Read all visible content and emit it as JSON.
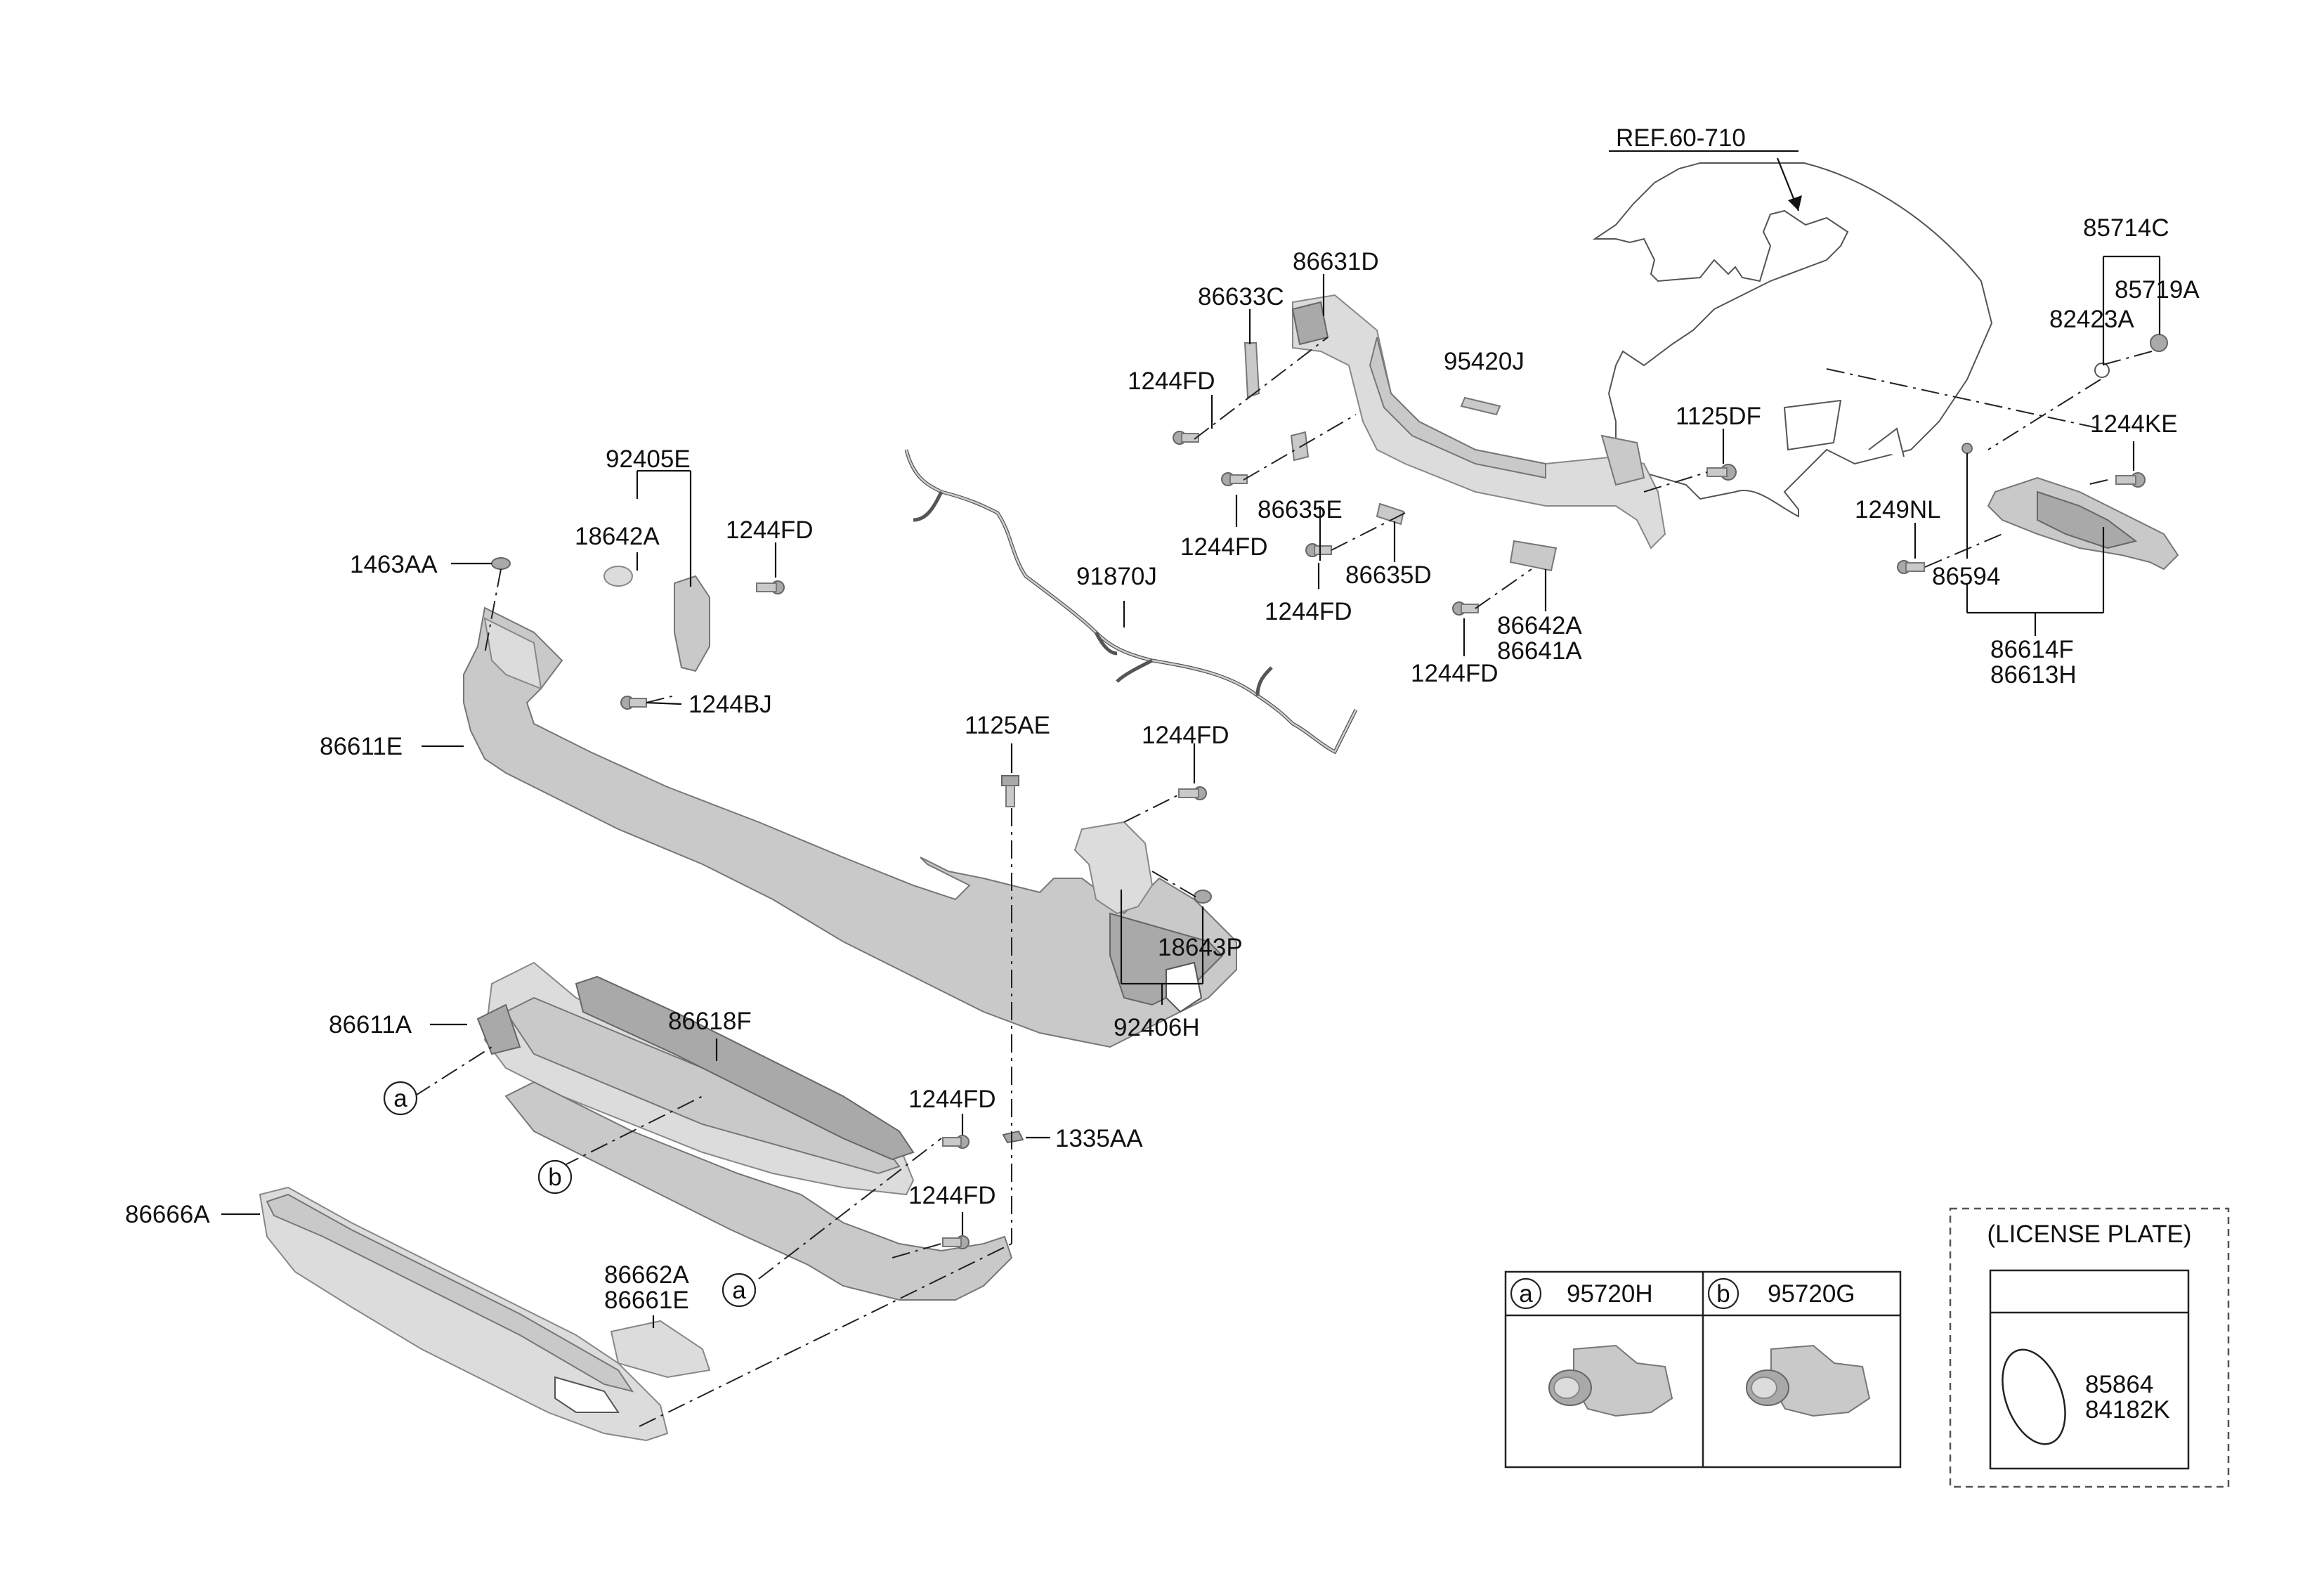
{
  "labels": {
    "ref": "REF.60-710",
    "p86631D": "86631D",
    "p86633C": "86633C",
    "p95420J": "95420J",
    "p1244FD_1": "1244FD",
    "p1125DF": "1125DF",
    "p1244FD_2": "1244FD",
    "p86635E": "86635E",
    "p86635D": "86635D",
    "p1244FD_3": "1244FD",
    "p86642A": "86642A",
    "p86641A": "86641A",
    "p1244FD_4": "1244FD",
    "p92405E": "92405E",
    "p18642A": "18642A",
    "p1244FD_5": "1244FD",
    "p1463AA": "1463AA",
    "p91870J": "91870J",
    "p1244BJ": "1244BJ",
    "p86611E": "86611E",
    "p1125AE": "1125AE",
    "p1244FD_6": "1244FD",
    "p18643P": "18643P",
    "p92406H": "92406H",
    "p86611A": "86611A",
    "p86618F": "86618F",
    "p1244FD_7": "1244FD",
    "p1335AA": "1335AA",
    "p1244FD_8": "1244FD",
    "p86666A": "86666A",
    "p86662A": "86662A",
    "p86661E": "86661E",
    "p85714C": "85714C",
    "p85719A": "85719A",
    "p82423A": "82423A",
    "p1244KE": "1244KE",
    "p1249NL": "1249NL",
    "p86594": "86594",
    "p86614F": "86614F",
    "p86613H": "86613H"
  },
  "callouts": {
    "a": "a",
    "b": "b"
  },
  "sensor_table": {
    "col_a_letter": "a",
    "col_a_part": "95720H",
    "col_b_letter": "b",
    "col_b_part": "95720G"
  },
  "license_plate": {
    "title": "(LICENSE PLATE)",
    "part_1": "85864",
    "part_2": "84182K"
  },
  "colors": {
    "part_fill": "#c9c9c9",
    "line": "#111111",
    "background": "#ffffff"
  }
}
